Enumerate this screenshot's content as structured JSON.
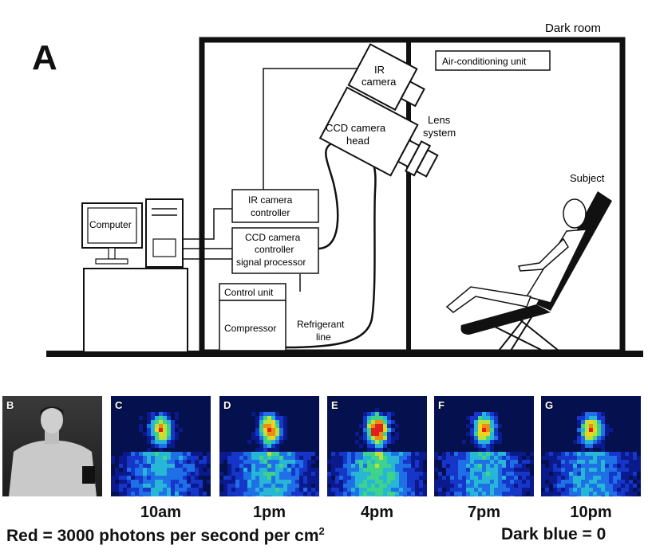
{
  "panel_a": {
    "letter": "A",
    "dark_room": "Dark room",
    "air_conditioning": "Air-conditioning unit",
    "ir_camera": [
      "IR",
      "camera"
    ],
    "ccd_head": [
      "CCD camera",
      "head"
    ],
    "lens_system": [
      "Lens",
      "system"
    ],
    "subject": "Subject",
    "computer": "Computer",
    "ir_controller": [
      "IR camera",
      "controller"
    ],
    "ccd_controller": [
      "CCD camera",
      "controller",
      "signal processor"
    ],
    "control_unit": "Control unit",
    "compressor": "Compressor",
    "refrigerant_line": [
      "Refrigerant",
      "line"
    ]
  },
  "panels": [
    {
      "letter": "B",
      "time": ""
    },
    {
      "letter": "C",
      "time": "10am"
    },
    {
      "letter": "D",
      "time": "1pm"
    },
    {
      "letter": "E",
      "time": "4pm"
    },
    {
      "letter": "F",
      "time": "7pm"
    },
    {
      "letter": "G",
      "time": "10pm"
    }
  ],
  "legend": {
    "red": "Red = 3000 photons per second per cm",
    "red_sup": "2",
    "blue": "Dark blue = 0"
  },
  "colors": {
    "line": "#111111",
    "chair": "#111111",
    "heat_low": "#0a1a8c",
    "heat_high": "#e0201a"
  }
}
